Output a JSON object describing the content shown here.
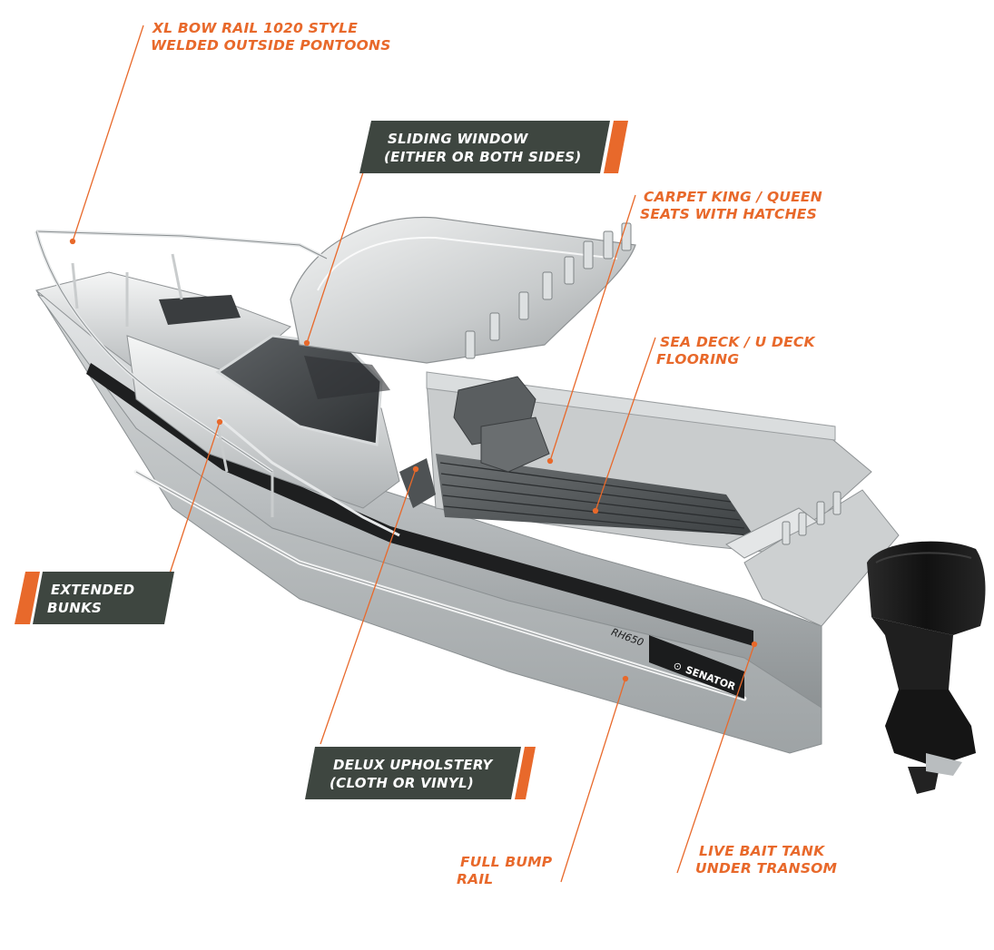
{
  "colors": {
    "orange": "#E8692B",
    "dark_tag": "#3E4640",
    "hull": "#BFC3C4",
    "hull_dark": "#1E1F20",
    "engine": "#1A1A1A"
  },
  "brand": {
    "name": "SENATOR",
    "model": "RH650"
  },
  "callouts": {
    "bow_rail": {
      "line1": "XL BOW RAIL 1020 STYLE",
      "line2": "WELDED OUTSIDE PONTOONS"
    },
    "carpet_seats": {
      "line1": "CARPET KING / QUEEN",
      "line2": "SEATS WITH HATCHES"
    },
    "sea_deck": {
      "line1": "SEA DECK / U DECK",
      "line2": "FLOORING"
    },
    "bump_rail": {
      "line1": "FULL BUMP",
      "line2": "RAIL"
    },
    "bait_tank": {
      "line1": "LIVE BAIT TANK",
      "line2": "UNDER TRANSOM"
    }
  },
  "tags": {
    "sliding_window": {
      "line1": "SLIDING WINDOW",
      "line2": "(EITHER OR BOTH SIDES)"
    },
    "bunks": {
      "line1": "EXTENDED",
      "line2": "BUNKS"
    },
    "upholstery": {
      "line1": "DELUX UPHOLSTERY",
      "line2": "(CLOTH OR VINYL)"
    }
  }
}
